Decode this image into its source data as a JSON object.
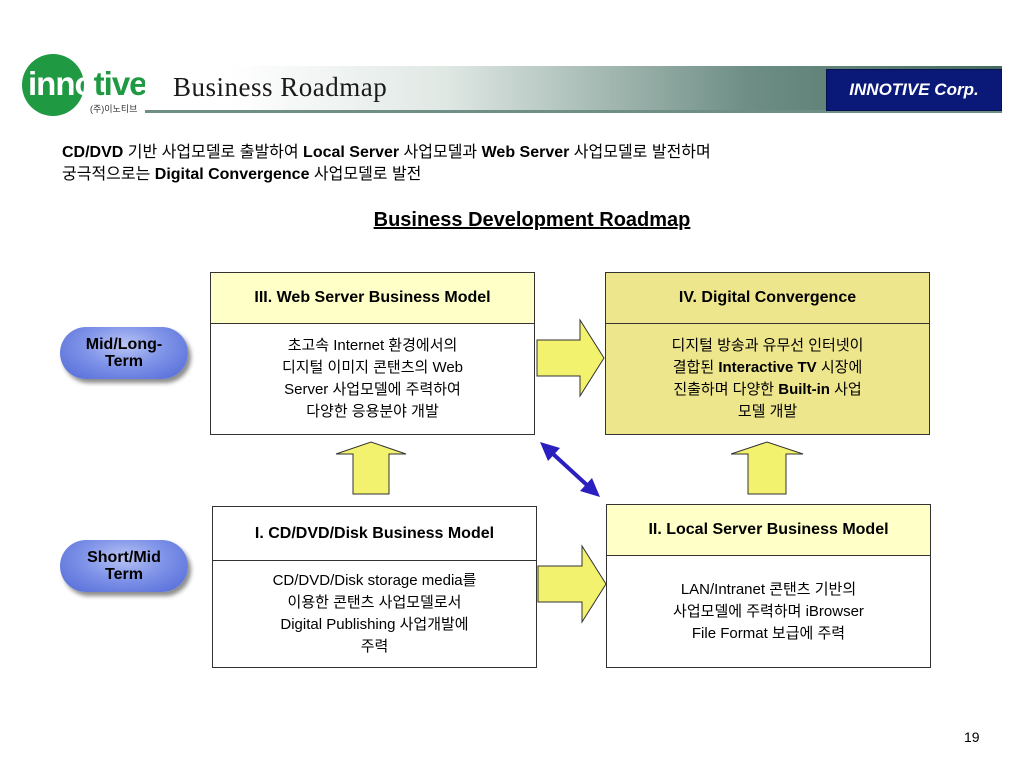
{
  "header": {
    "logo_text_a": "inno",
    "logo_text_b": "tive",
    "logo_sub": "(주)이노티브",
    "title": "Business Roadmap",
    "corp": "INNOTIVE Corp."
  },
  "intro": {
    "line1": [
      {
        "t": "CD/DVD",
        "b": true
      },
      {
        "t": " 기반 사업모델로 출발하여 ",
        "b": false
      },
      {
        "t": "Local Server",
        "b": true
      },
      {
        "t": " 사업모델과 ",
        "b": false
      },
      {
        "t": "Web Server",
        "b": true
      },
      {
        "t": " 사업모델로 발전하며",
        "b": false
      }
    ],
    "line2": [
      {
        "t": "궁극적으로는 ",
        "b": false
      },
      {
        "t": "Digital Convergence",
        "b": true
      },
      {
        "t": " 사업모델로 발전",
        "b": false
      }
    ]
  },
  "roadmap_title": "Business Development Roadmap",
  "terms": {
    "mid_long": [
      "Mid/Long-",
      "Term"
    ],
    "short_mid": [
      "Short/Mid",
      "Term"
    ]
  },
  "boxes": {
    "web": {
      "title": "III. Web Server Business Model",
      "lines": [
        "초고속 Internet 환경에서의",
        "디지털 이미지 콘탠츠의  Web",
        "Server 사업모델에 주력하여",
        "다양한 응용분야 개발"
      ]
    },
    "digital": {
      "title": "IV. Digital Convergence",
      "lines": [
        [
          {
            "t": "디지털 방송과 유무선 인터넷이",
            "b": false
          }
        ],
        [
          {
            "t": "결합된 ",
            "b": false
          },
          {
            "t": "Interactive TV",
            "b": true
          },
          {
            "t": " 시장에",
            "b": false
          }
        ],
        [
          {
            "t": "진출하며 다양한 ",
            "b": false
          },
          {
            "t": "Built-in",
            "b": true
          },
          {
            "t": " 사업",
            "b": false
          }
        ],
        [
          {
            "t": "모델 개발",
            "b": false
          }
        ]
      ]
    },
    "cd": {
      "title": "I. CD/DVD/Disk Business Model",
      "lines": [
        "CD/DVD/Disk storage media를",
        "이용한 콘탠츠 사업모델로서",
        "Digital Publishing 사업개발에",
        "주력"
      ]
    },
    "local": {
      "title": "II. Local Server Business Model",
      "lines": [
        "LAN/Intranet 콘탠츠 기반의",
        "사업모델에 주력하며 iBrowser",
        "File Format 보급에 주력"
      ]
    }
  },
  "page_number": "19",
  "colors": {
    "logo_green": "#1f9a43",
    "corp_bg": "#0a1878",
    "header_fill": "#ffffc8",
    "digital_fill": "#eee68c",
    "arrow_fill": "#f2f26e",
    "double_arrow": "#2a1fbf",
    "term_bubble": "#7f93e8"
  }
}
